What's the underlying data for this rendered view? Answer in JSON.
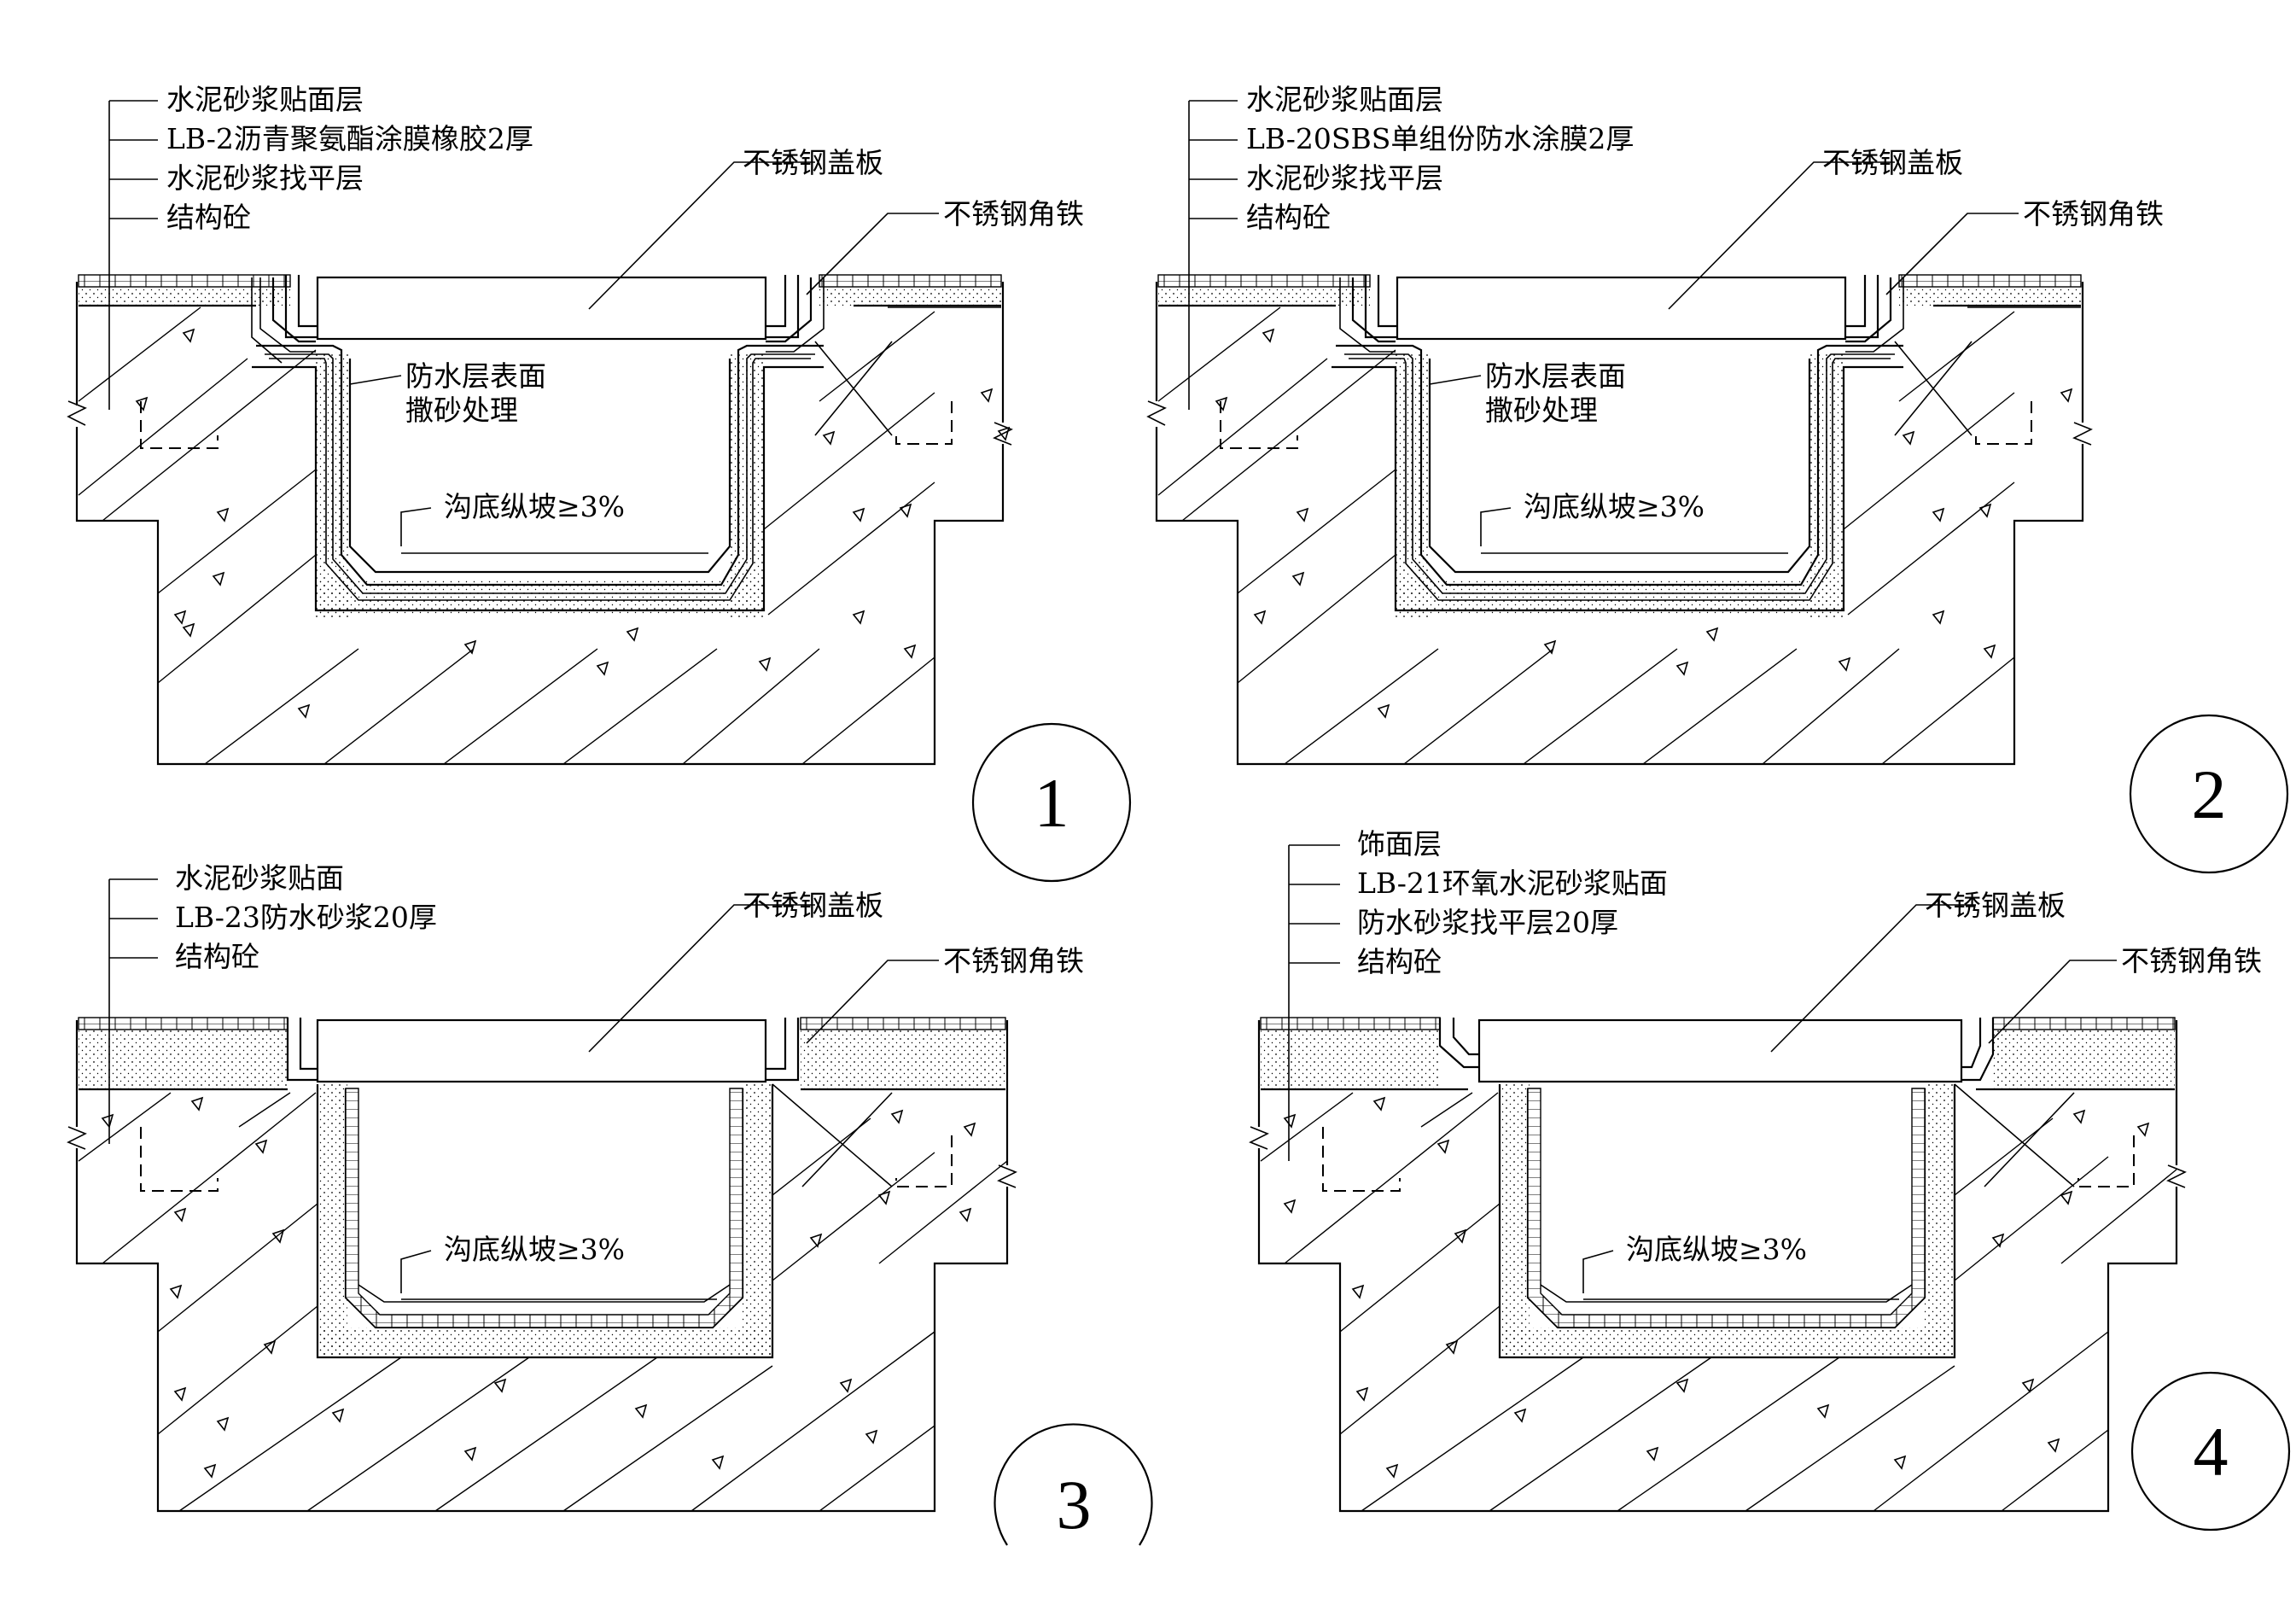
{
  "details": [
    {
      "id": "detail-1",
      "number": "1",
      "layer_labels": [
        "水泥砂浆贴面层",
        "LB-2沥青聚氨酯涂膜橡胶2厚",
        "水泥砂浆找平层",
        "结构砼"
      ],
      "cover_label": "不锈钢盖板",
      "angle_label": "不锈钢角铁",
      "surface_note": [
        "防水层表面",
        "撒砂处理"
      ],
      "slope_label": "沟底纵坡≥3%"
    },
    {
      "id": "detail-2",
      "number": "2",
      "layer_labels": [
        "水泥砂浆贴面层",
        "LB-20SBS单组份防水涂膜2厚",
        "水泥砂浆找平层",
        "结构砼"
      ],
      "cover_label": "不锈钢盖板",
      "angle_label": "不锈钢角铁",
      "surface_note": [
        "防水层表面",
        "撒砂处理"
      ],
      "slope_label": "沟底纵坡≥3%"
    },
    {
      "id": "detail-3",
      "number": "3",
      "layer_labels": [
        "水泥砂浆贴面",
        "LB-23防水砂浆20厚",
        "结构砼"
      ],
      "cover_label": "不锈钢盖板",
      "angle_label": "不锈钢角铁",
      "surface_note": [],
      "slope_label": "沟底纵坡≥3%"
    },
    {
      "id": "detail-4",
      "number": "4",
      "layer_labels": [
        "饰面层",
        "LB-21环氧水泥砂浆贴面",
        "防水砂浆找平层20厚",
        "结构砼"
      ],
      "cover_label": "不锈钢盖板",
      "angle_label": "不锈钢角铁",
      "surface_note": [],
      "slope_label": "沟底纵坡≥3%"
    }
  ]
}
